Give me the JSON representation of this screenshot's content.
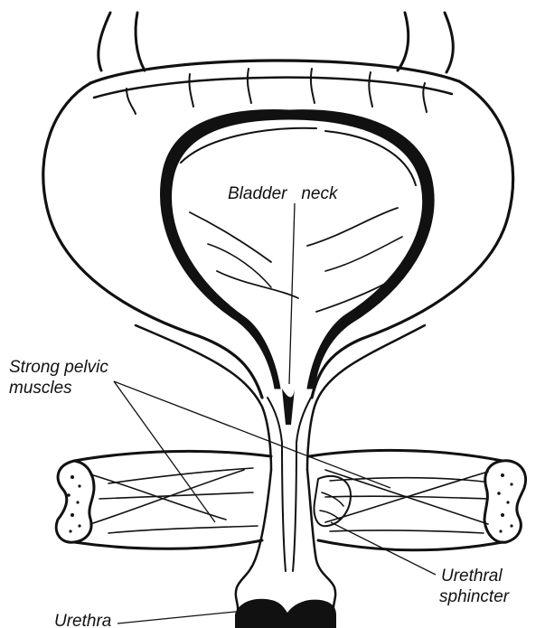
{
  "labels": {
    "bladder_neck": "Bladder   neck",
    "pelvic_line1": "Strong pelvic",
    "pelvic_line2": "muscles",
    "sphincter_line1": "Urethral",
    "sphincter_line2": "sphincter",
    "urethra": "Urethra"
  },
  "colors": {
    "ink": "#111111",
    "background": "#ffffff"
  }
}
